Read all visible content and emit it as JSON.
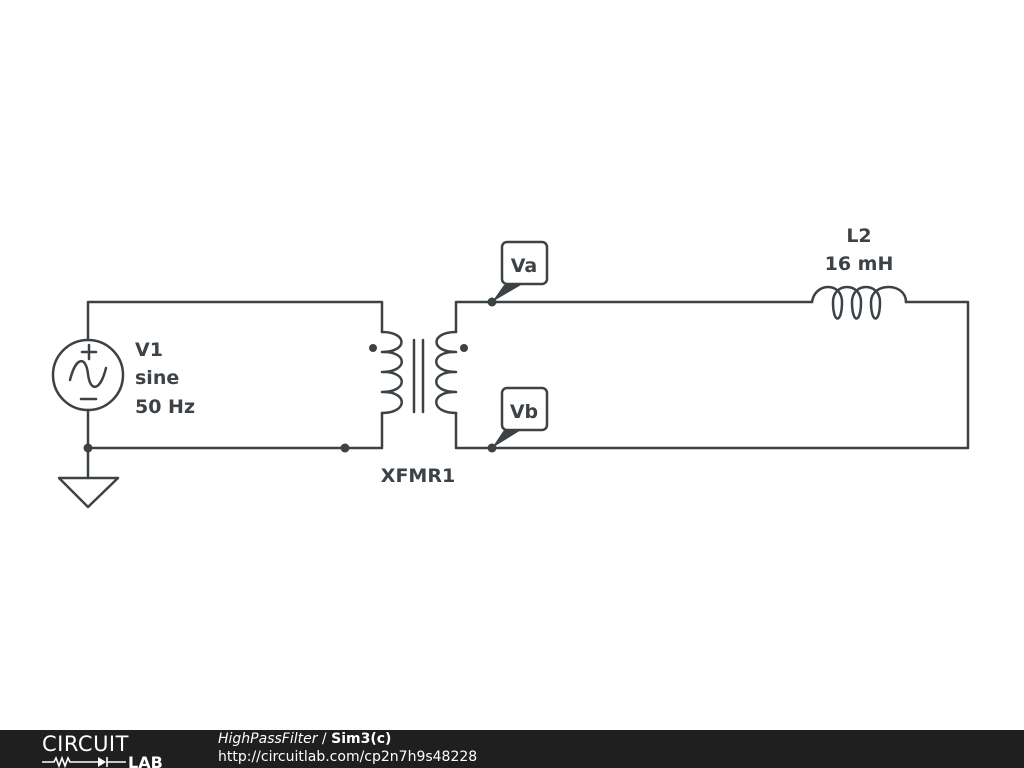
{
  "components": {
    "source": {
      "name": "V1",
      "type": "sine",
      "frequency": "50 Hz"
    },
    "transformer": {
      "name": "XFMR1"
    },
    "inductor": {
      "name": "L2",
      "value": "16 mH"
    }
  },
  "probes": {
    "a": "Va",
    "b": "Vb"
  },
  "footer": {
    "logo_top": "CIRCUIT",
    "logo_bottom": "LAB",
    "project": "HighPassFilter",
    "separator": " / ",
    "sim": "Sim3(c)",
    "url": "http://circuitlab.com/cp2n7h9s48228"
  }
}
